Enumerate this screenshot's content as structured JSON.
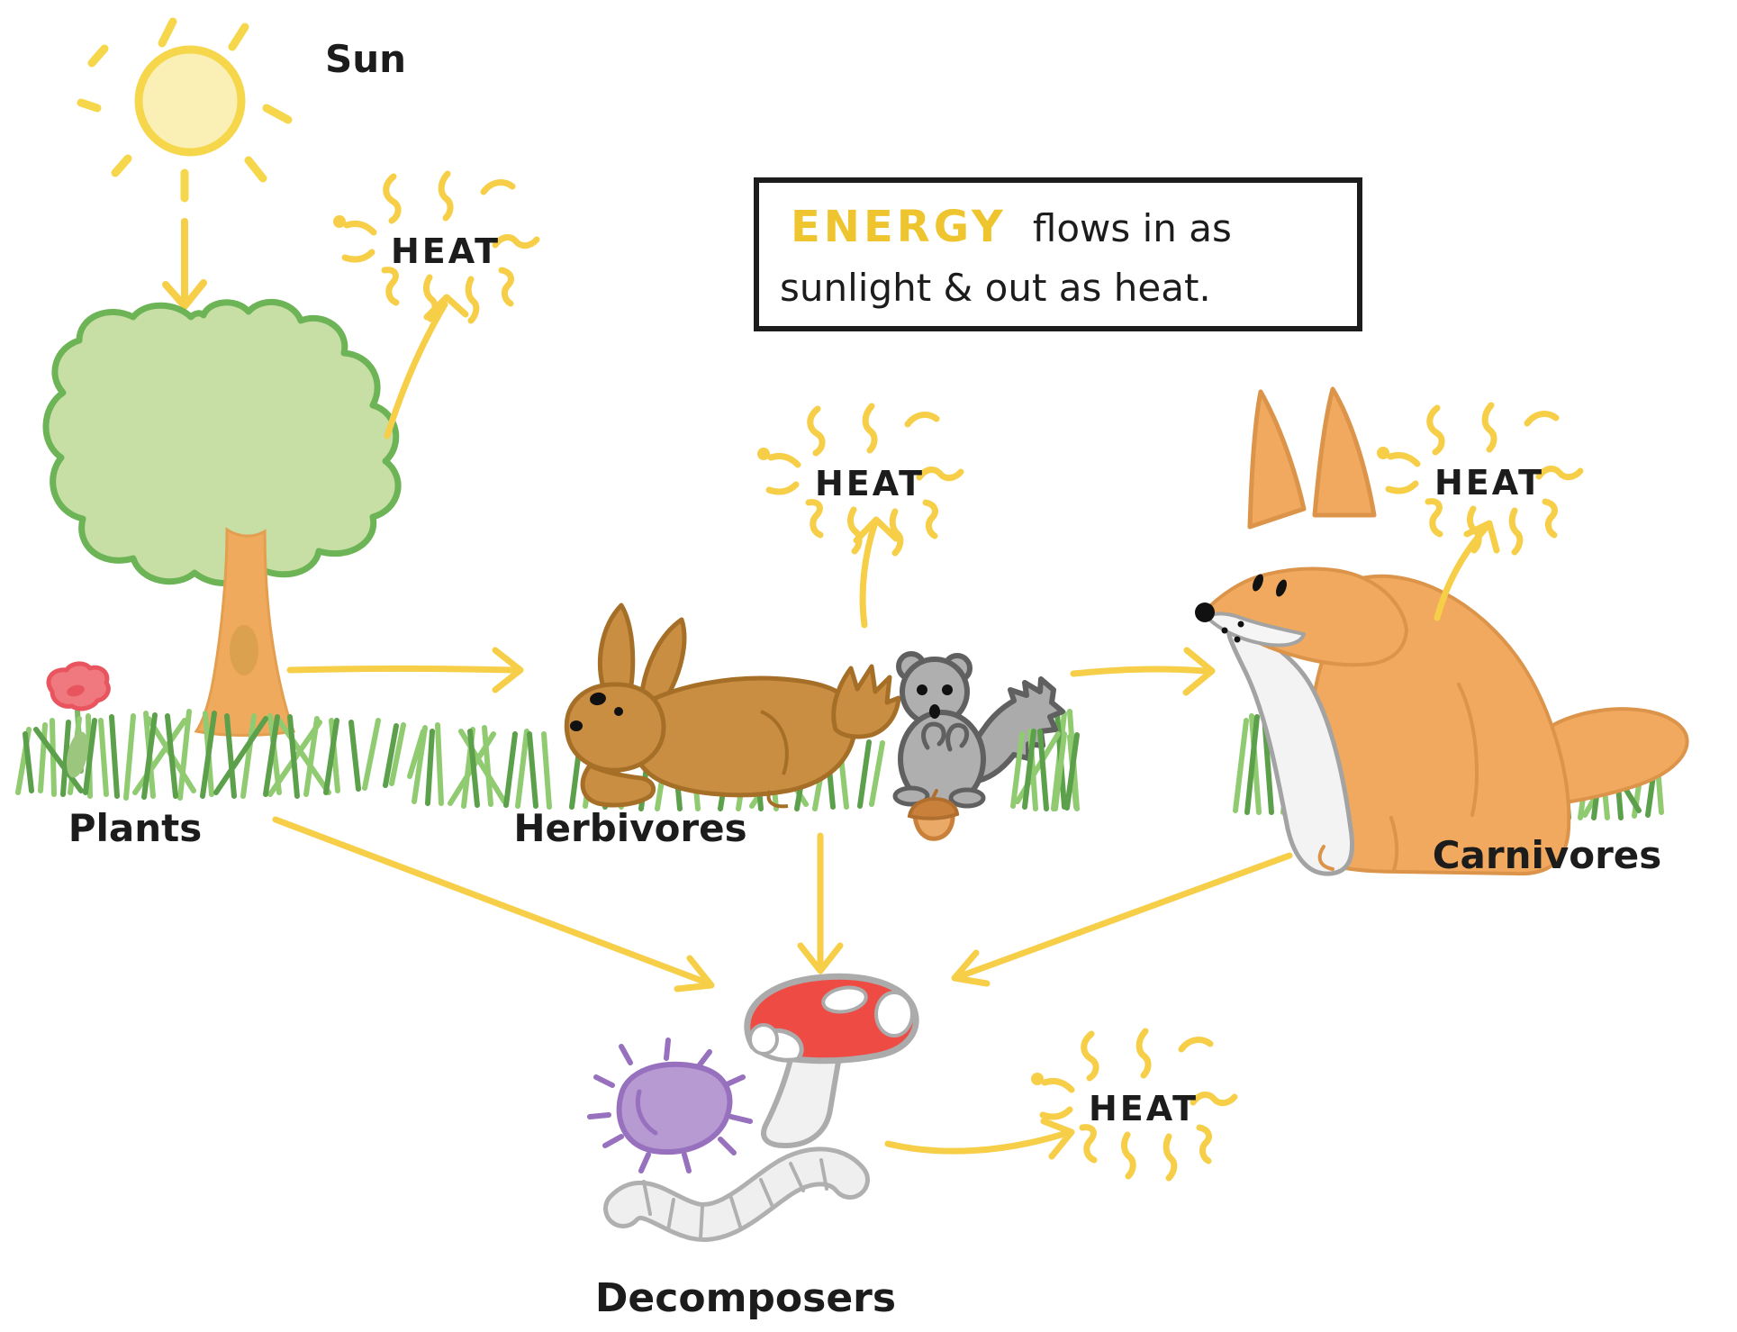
{
  "diagram": {
    "nodes": {
      "sun": "Sun",
      "plants": "Plants",
      "herbivores": "Herbivores",
      "carnivores": "Carnivores",
      "decomposers": "Decomposers"
    },
    "heat_label": "HEAT",
    "energy_box": {
      "highlight": "ENERGY",
      "line1_rest": "flows in as",
      "line2": "sunlight & out as heat."
    },
    "flows": [
      "Sun -> Plants",
      "Plants -> Herbivores",
      "Herbivores -> Carnivores",
      "Plants -> Decomposers",
      "Herbivores -> Decomposers",
      "Carnivores -> Decomposers",
      "Plants -> Heat",
      "Herbivores -> Heat",
      "Carnivores -> Heat",
      "Decomposers -> Heat"
    ],
    "colors": {
      "arrow_yellow": "#f6ce47",
      "energy_yellow": "#efc52f",
      "sun_fill": "#faf0b5",
      "sun_stroke": "#f6d74b",
      "canopy_green": "#c7dea5",
      "canopy_stroke": "#6cb456",
      "grass_light": "#90cb71",
      "grass_dark": "#5ca04b",
      "trunk_orange": "#f0aa5e",
      "flower_pink": "#f0797f",
      "rabbit_brown": "#c98e42",
      "squirrel_gray": "#afafaf",
      "fox_orange": "#f0a95e",
      "mushroom_red": "#ee4b44",
      "bacteria_purple": "#b79ad2",
      "worm_gray": "#efefef",
      "text_black": "#1c1c1c"
    }
  }
}
